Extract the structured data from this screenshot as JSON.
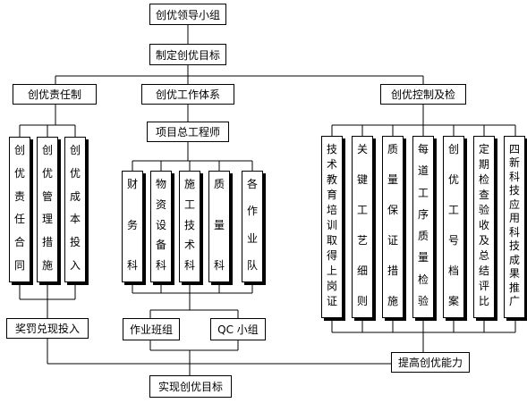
{
  "nodes": {
    "leader_group": "创优领导小组",
    "set_goal": "制定创优目标",
    "responsibility_system": "创优责任制",
    "work_system": "创优工作体系",
    "control_inspection": "创优控制及检",
    "chief_engineer": "项目总工程师",
    "responsibility_contract": "创优责任合同",
    "management_measures": "创优管理措施",
    "cost_input": "创优成本投入",
    "finance_dept": "财务科",
    "material_dept": "物资设备科",
    "construction_dept": "施工技术科",
    "quality_dept": "质量科",
    "work_teams": "各作业队",
    "tech_training": "技术教育培训取得上岗证",
    "key_process": "关键工艺细则",
    "quality_measures": "质量保证措施",
    "process_inspection": "每道工序质量检验",
    "archive": "创优工号档案",
    "periodic_check": "定期检查验收及总结评比",
    "new_tech": "四新科技应用科技成果推广",
    "reward_penalty": "奖罚兑现投入",
    "work_crew": "作业班组",
    "qc_group": "QC 小组",
    "improve_ability": "提高创优能力",
    "achieve_goal": "实现创优目标"
  }
}
